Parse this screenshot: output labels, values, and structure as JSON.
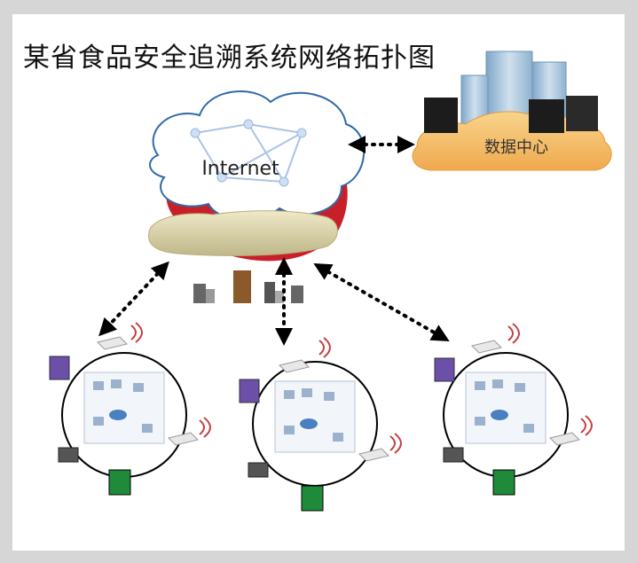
{
  "title": "某省食品安全追溯系统网络拓扑图",
  "internet_label": "Internet",
  "datacenter_label": "数据中心",
  "colors": {
    "background": "#ffffff",
    "frame": "#d6d6d6",
    "cloud_red": "#c8202a",
    "cloud_band": "#d9d2a8",
    "dc_cloud": "#f4c06a",
    "arrow": "#000000"
  },
  "sites": [
    "left-site",
    "center-site",
    "right-site"
  ]
}
